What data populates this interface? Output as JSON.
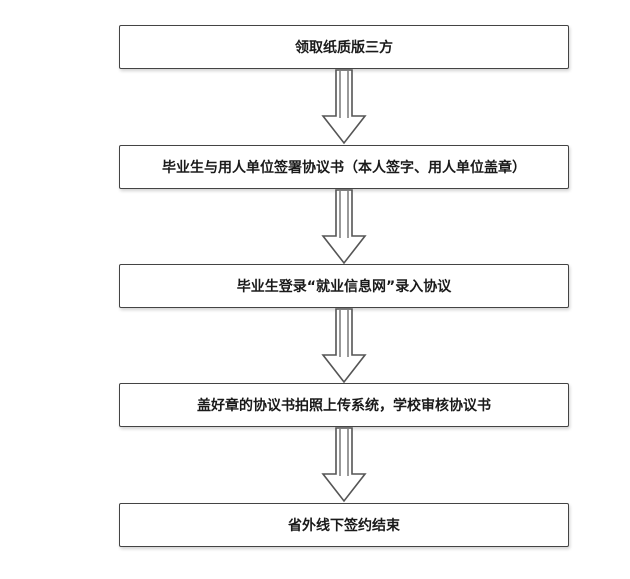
{
  "flowchart": {
    "steps": [
      {
        "label": "领取纸质版三方"
      },
      {
        "label": "毕业生与用人单位签署协议书（本人签字、用人单位盖章）"
      },
      {
        "label": "毕业生登录“就业信息网”录入协议"
      },
      {
        "label": "盖好章的协议书拍照上传系统，学校审核协议书"
      },
      {
        "label": "省外线下签约结束"
      }
    ]
  },
  "colors": {
    "border": "#444444",
    "text": "#1a1a1a",
    "background": "#ffffff"
  }
}
